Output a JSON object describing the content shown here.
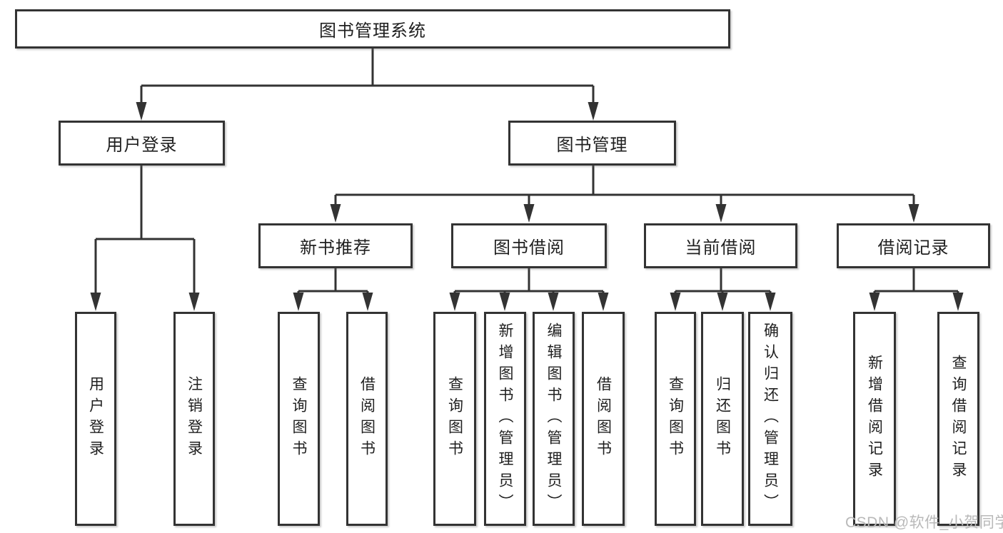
{
  "diagram": {
    "root": {
      "label": "图书管理系统"
    },
    "branches": [
      {
        "label": "用户登录",
        "children": [
          {
            "label": "用户登录"
          },
          {
            "label": "注销登录"
          }
        ]
      },
      {
        "label": "图书管理",
        "children": [
          {
            "label": "新书推荐",
            "children": [
              {
                "label": "查询图书"
              },
              {
                "label": "借阅图书"
              }
            ]
          },
          {
            "label": "图书借阅",
            "children": [
              {
                "label": "查询图书"
              },
              {
                "label": "新增图书（管理员）"
              },
              {
                "label": "编辑图书（管理员）"
              },
              {
                "label": "借阅图书"
              }
            ]
          },
          {
            "label": "当前借阅",
            "children": [
              {
                "label": "查询图书"
              },
              {
                "label": "归还图书"
              },
              {
                "label": "确认归还（管理员）"
              }
            ]
          },
          {
            "label": "借阅记录",
            "children": [
              {
                "label": "新增借阅记录"
              },
              {
                "label": "查询借阅记录"
              }
            ]
          }
        ]
      }
    ]
  },
  "watermark": {
    "text": "CSDN @软件_小贺同学"
  },
  "colors": {
    "line": "#333333",
    "box_border": "#333333",
    "text": "#1f1f1f",
    "background": "#ffffff",
    "watermark": "#b9b9b9"
  }
}
